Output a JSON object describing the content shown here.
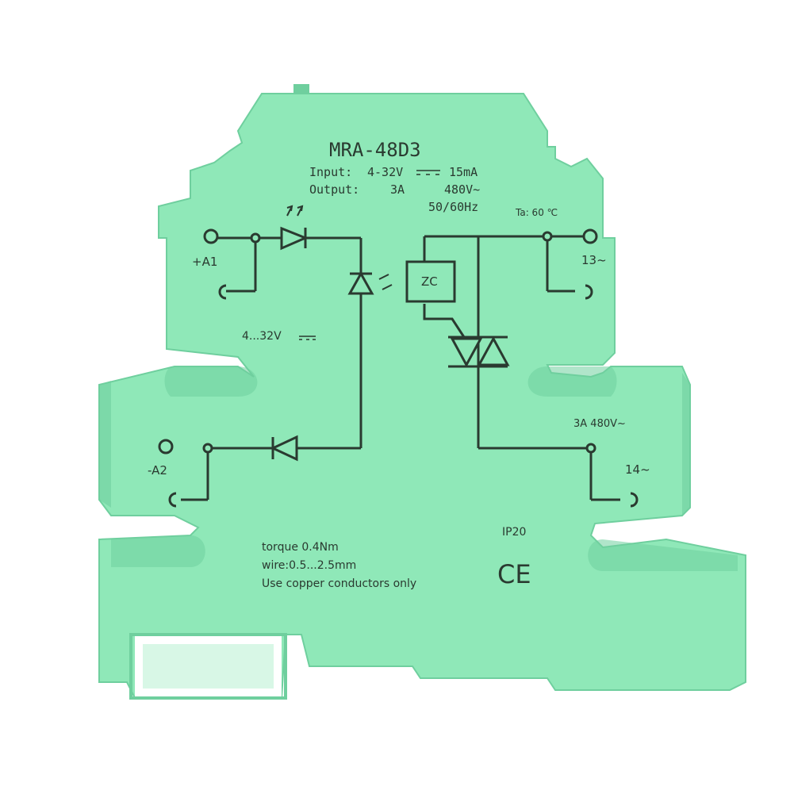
{
  "product": {
    "model": "MRA-48D3",
    "input_label": "Input:",
    "input_value": "4-32V",
    "input_current": "15mA",
    "output_label": "Output:",
    "output_current": "3A",
    "output_voltage": "480V~",
    "output_freq": "50/60Hz",
    "ambient": "Ta: 60 ℃"
  },
  "terminals": {
    "a1": "+A1",
    "a2": "-A2",
    "t13": "13~",
    "t14": "14~"
  },
  "schematic": {
    "input_range": "4...32V",
    "zc_block": "ZC",
    "output_rating": "3A 480V~"
  },
  "notes": {
    "torque": "torque 0.4Nm",
    "wire": "wire:0.5...2.5mm",
    "copper": "Use copper conductors only"
  },
  "marks": {
    "ip": "IP20",
    "ce": "CE"
  },
  "colors": {
    "housing": "#8fe8b8",
    "housing_shadow": "#6fcf9e",
    "line": "#2a3a30"
  }
}
